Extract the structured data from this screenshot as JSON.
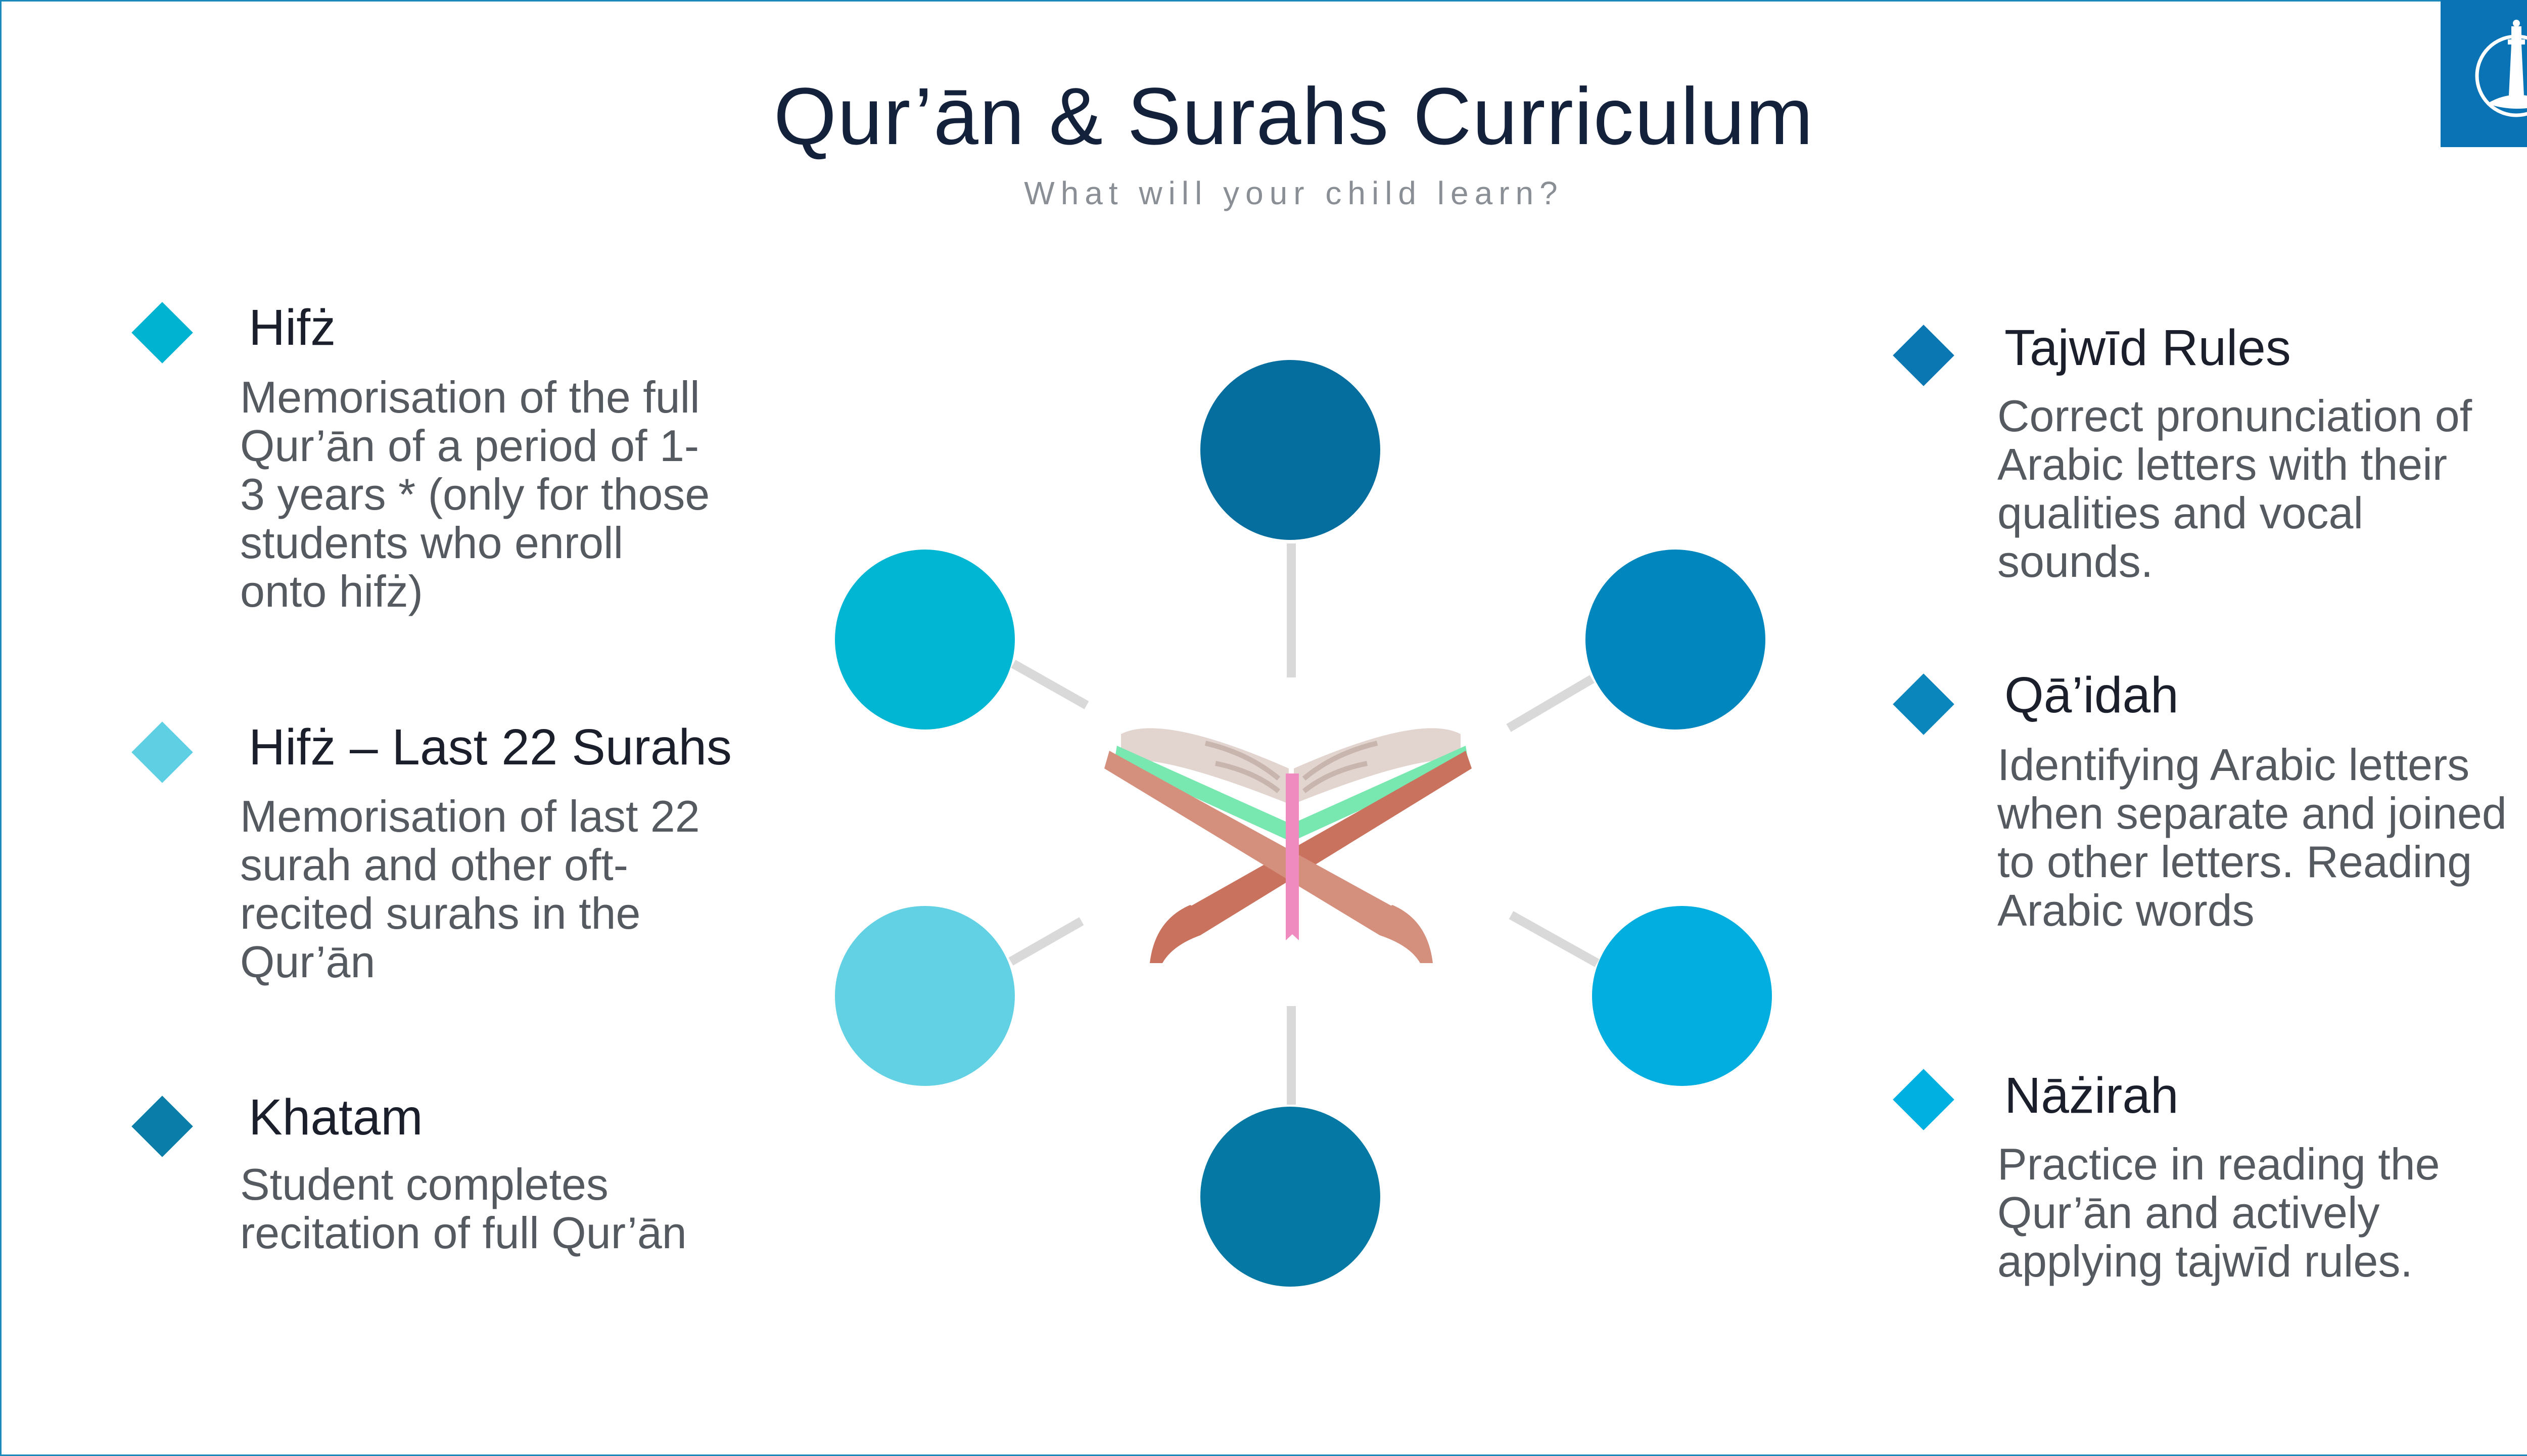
{
  "header": {
    "title": "Qur’ān & Surahs Curriculum",
    "subtitle": "What will your child learn?"
  },
  "left_items": [
    {
      "title": "Hifż",
      "description": "Memorisation of the full Qur’ān of a period of 1-3 years * (only for those students who enroll onto hifż)",
      "color": "#00b3d1"
    },
    {
      "title": "Hifż – Last 22 Surahs",
      "description": "Memorisation of last 22 surah and other oft-recited surahs in the Qur’ān",
      "color": "#5fd0e4"
    },
    {
      "title": "Khatam",
      "description": "Student completes recitation of full Qur’ān",
      "color": "#0a7ea8"
    }
  ],
  "right_items": [
    {
      "title": "Tajwīd Rules",
      "description": "Correct pronunciation of Arabic letters with their qualities and vocal sounds.",
      "color": "#0a77b3"
    },
    {
      "title": "Qā’idah",
      "description": "Identifying Arabic letters when separate and joined to other letters. Reading Arabic words",
      "color": "#0a86bd"
    },
    {
      "title": "Nāżirah",
      "description": "Practice in reading the Qur’ān and actively applying tajwīd rules.",
      "color": "#00b0e0"
    }
  ],
  "circles": [
    {
      "name": "top",
      "color": "#066e9e"
    },
    {
      "name": "upper-left",
      "color": "#00b6d2"
    },
    {
      "name": "upper-right",
      "color": "#0286be"
    },
    {
      "name": "lower-left",
      "color": "#62d1e3"
    },
    {
      "name": "lower-right",
      "color": "#02aedf"
    },
    {
      "name": "bottom",
      "color": "#0579a3"
    }
  ],
  "icons": {
    "center": "open-quran-on-stand-icon",
    "logo": "minaret-logo-icon"
  },
  "colors": {
    "connector": "#d9d9d9",
    "frame": "#1c8ab8",
    "logo_bg": "#0a73b5"
  }
}
